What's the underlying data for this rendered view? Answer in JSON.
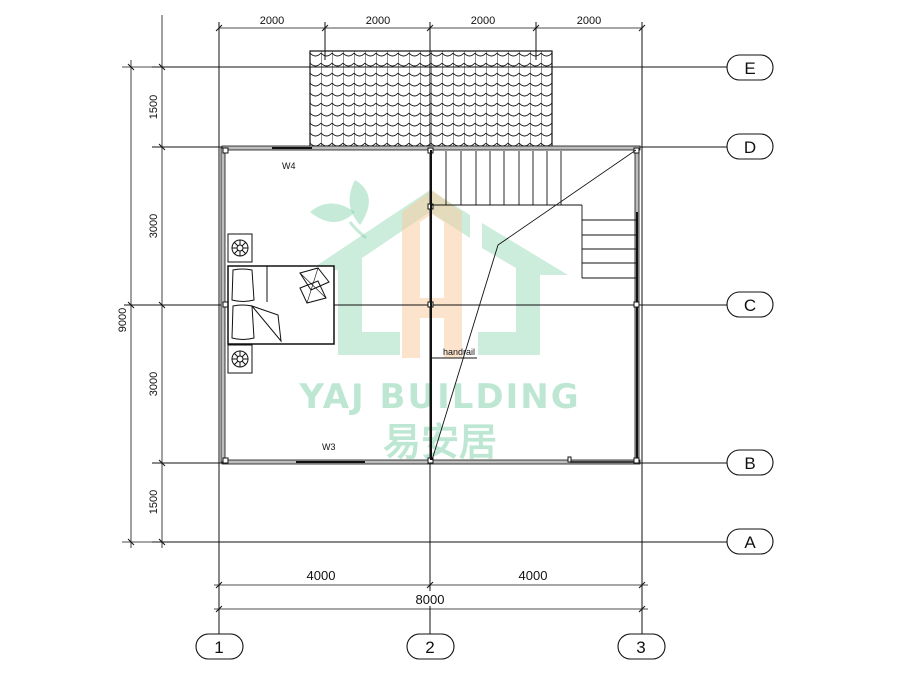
{
  "drawing": {
    "type": "floor-plan",
    "top_dimensions": [
      "2000",
      "2000",
      "2000",
      "2000"
    ],
    "left_dimensions": {
      "segments": [
        "1500",
        "3000",
        "3000",
        "1500"
      ],
      "total": "9000"
    },
    "bottom_dimensions": {
      "segments": [
        "4000",
        "4000"
      ],
      "total": "8000"
    },
    "row_axes": [
      "E",
      "D",
      "C",
      "B",
      "A"
    ],
    "column_axes": [
      "1",
      "2",
      "3"
    ],
    "labels": {
      "window_top": "W4",
      "window_bottom": "W3",
      "handrail": "handrail"
    },
    "watermark": {
      "text_en": "YAJ BUILDING",
      "text_cn": "易安居",
      "color_green": "#7fd0a8",
      "color_orange": "#f9c99a"
    },
    "colors": {
      "line": "#111111",
      "wall_fill": "#bdbdbd",
      "background": "#ffffff"
    }
  }
}
